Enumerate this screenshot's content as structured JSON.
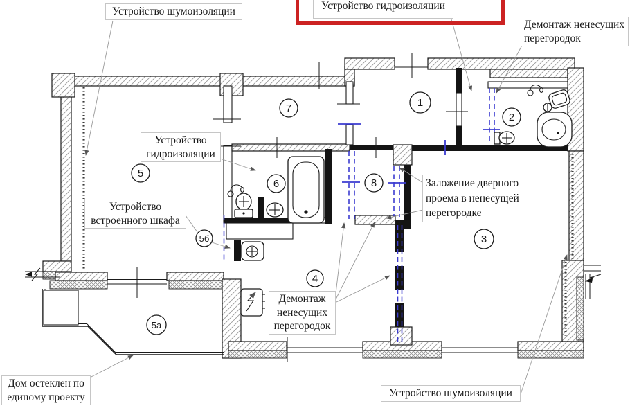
{
  "plan": {
    "type": "apartment-renovation-floor-plan",
    "highlight_color": "#cc2222",
    "demolition_color": "#3b3bd0"
  },
  "labels": {
    "soundproofing_top": "Устройство шумоизоляции",
    "waterproofing_top": "Устройство гидроизоляции",
    "demolition_top": [
      "Демонтаж ненесущих",
      "перегородок"
    ],
    "waterproofing_mid": [
      "Устройство",
      "гидроизоляции"
    ],
    "builtin_closet": [
      "Устройство",
      "встроенного шкафа"
    ],
    "door_infill": [
      "Заложение дверного",
      "проема в ненесущей",
      "перегородке"
    ],
    "demolition_bottom": [
      "Демонтаж",
      "ненесущих",
      "перегородок"
    ],
    "glazing": [
      "Дом остеклен по",
      "единому проекту"
    ],
    "soundproofing_bottom": "Устройство шумоизоляции"
  },
  "rooms": {
    "r1": "1",
    "r2": "2",
    "r3": "3",
    "r4": "4",
    "r5": "5",
    "r5a": "5а",
    "r5b": "5б",
    "r6": "6",
    "r7": "7",
    "r8": "8"
  }
}
